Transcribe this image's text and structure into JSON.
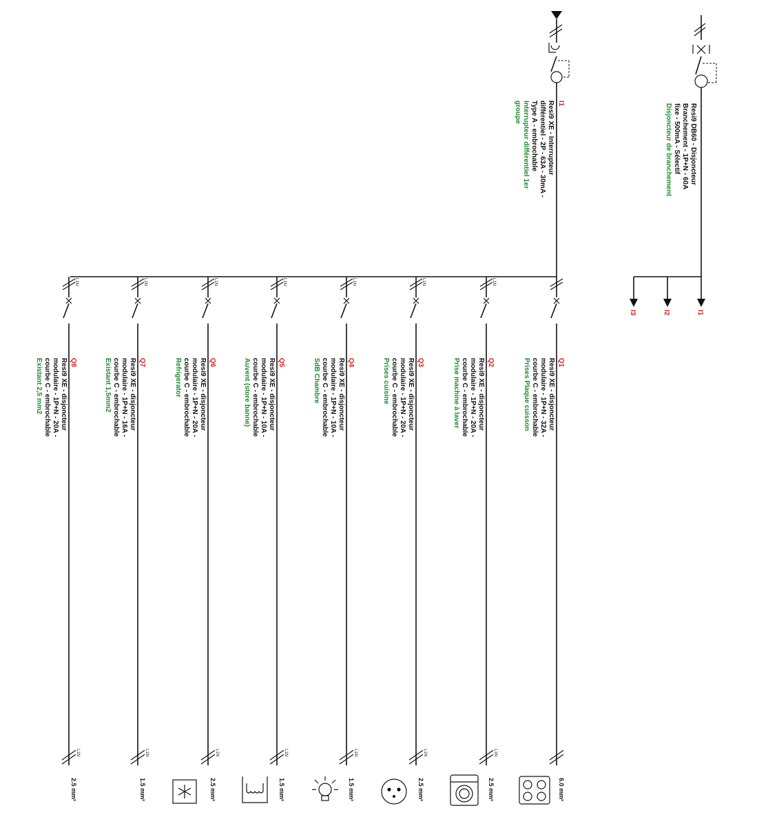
{
  "main_breaker": {
    "ref": "",
    "lines": [
      "Resi9 DB60 - Disjoncteur",
      "Branchement - 1P+N - 60A",
      "fixe - 500mA - Sélectif"
    ],
    "function": "Disjoncteur de branchement",
    "outputs": [
      "I1",
      "I2",
      "I3"
    ]
  },
  "rcd": {
    "ref": "I1",
    "lines": [
      "Resi9 XE - Interrupteur",
      "différentiel - 2P - 63A - 30mA -",
      "Type A - embrochable"
    ],
    "function_lines": [
      "Interrupteur différentiel 1er",
      "groupe"
    ]
  },
  "circuits": [
    {
      "ref": "Q1",
      "lines": [
        "Resi9 XE - disjoncteur",
        "modulaire - 1P+N - 32A -",
        "courbe C - embrochable"
      ],
      "function": "Prises Plaque cuisson",
      "section": "6.0 mm²",
      "load_icon": "cooktop-icon"
    },
    {
      "ref": "Q2",
      "lines": [
        "Resi9 XE - disjoncteur",
        "modulaire - 1P+N - 20A -",
        "courbe C - embrochable"
      ],
      "function": "Prise machine à laver",
      "section": "2.5 mm²",
      "load_icon": "washing-machine-icon"
    },
    {
      "ref": "Q3",
      "lines": [
        "Resi9 XE - disjoncteur",
        "modulaire - 1P+N - 20A -",
        "courbe C - embrochable"
      ],
      "function": "Prises cuisine",
      "section": "2.5 mm²",
      "load_icon": "socket-icon"
    },
    {
      "ref": "Q4",
      "lines": [
        "Resi9 XE - disjoncteur",
        "modulaire - 1P+N - 10A -",
        "courbe C - embrochable"
      ],
      "function": "SdB Chambre",
      "section": "1.5 mm²",
      "load_icon": "lamp-icon"
    },
    {
      "ref": "Q5",
      "lines": [
        "Resi9 XE - disjoncteur",
        "modulaire - 1P+N - 10A -",
        "courbe C - embrochable"
      ],
      "function": "Auvent (store banne)",
      "section": "1.5 mm²",
      "load_icon": "awning-icon"
    },
    {
      "ref": "Q6",
      "lines": [
        "Resi9 XE - disjoncteur",
        "modulaire - 1P+N - 20A -",
        "courbe C - embrochable"
      ],
      "function": "Refrigerator",
      "section": "2.5 mm²",
      "load_icon": "refrigerator-icon"
    },
    {
      "ref": "Q7",
      "lines": [
        "Resi9 XE - disjoncteur",
        "modulaire - 1P+N - 16A -",
        "courbe C - embrochable"
      ],
      "function": "Existant 1,5mm2",
      "section": "1.5 mm²",
      "load_icon": ""
    },
    {
      "ref": "Q8",
      "lines": [
        "Resi9 XE - disjoncteur",
        "modulaire - 1P+N - 20A -",
        "courbe C - embrochable"
      ],
      "function": "Existant 2,5 mm2",
      "section": "2.5 mm²",
      "load_icon": ""
    }
  ],
  "conductor_mark": "L1N"
}
